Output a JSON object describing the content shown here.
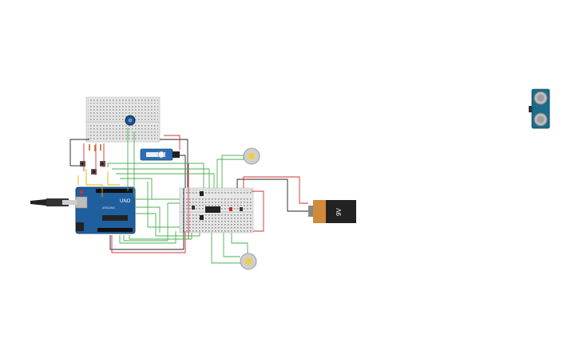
{
  "circuit": {
    "battery": {
      "label": "9V"
    },
    "arduino": {
      "model_label": "UNO",
      "brand_label": "ARDUINO"
    },
    "servo": {
      "label": ""
    },
    "colors": {
      "wire_green": "#4caf50",
      "wire_red": "#d32f2f",
      "wire_black": "#222222",
      "wire_yellow": "#e8b000",
      "arduino_blue": "#1f5f9e",
      "breadboard": "#e6e6e6",
      "battery_orange": "#d08a3a",
      "sensor_teal": "#1b6b8a"
    }
  }
}
